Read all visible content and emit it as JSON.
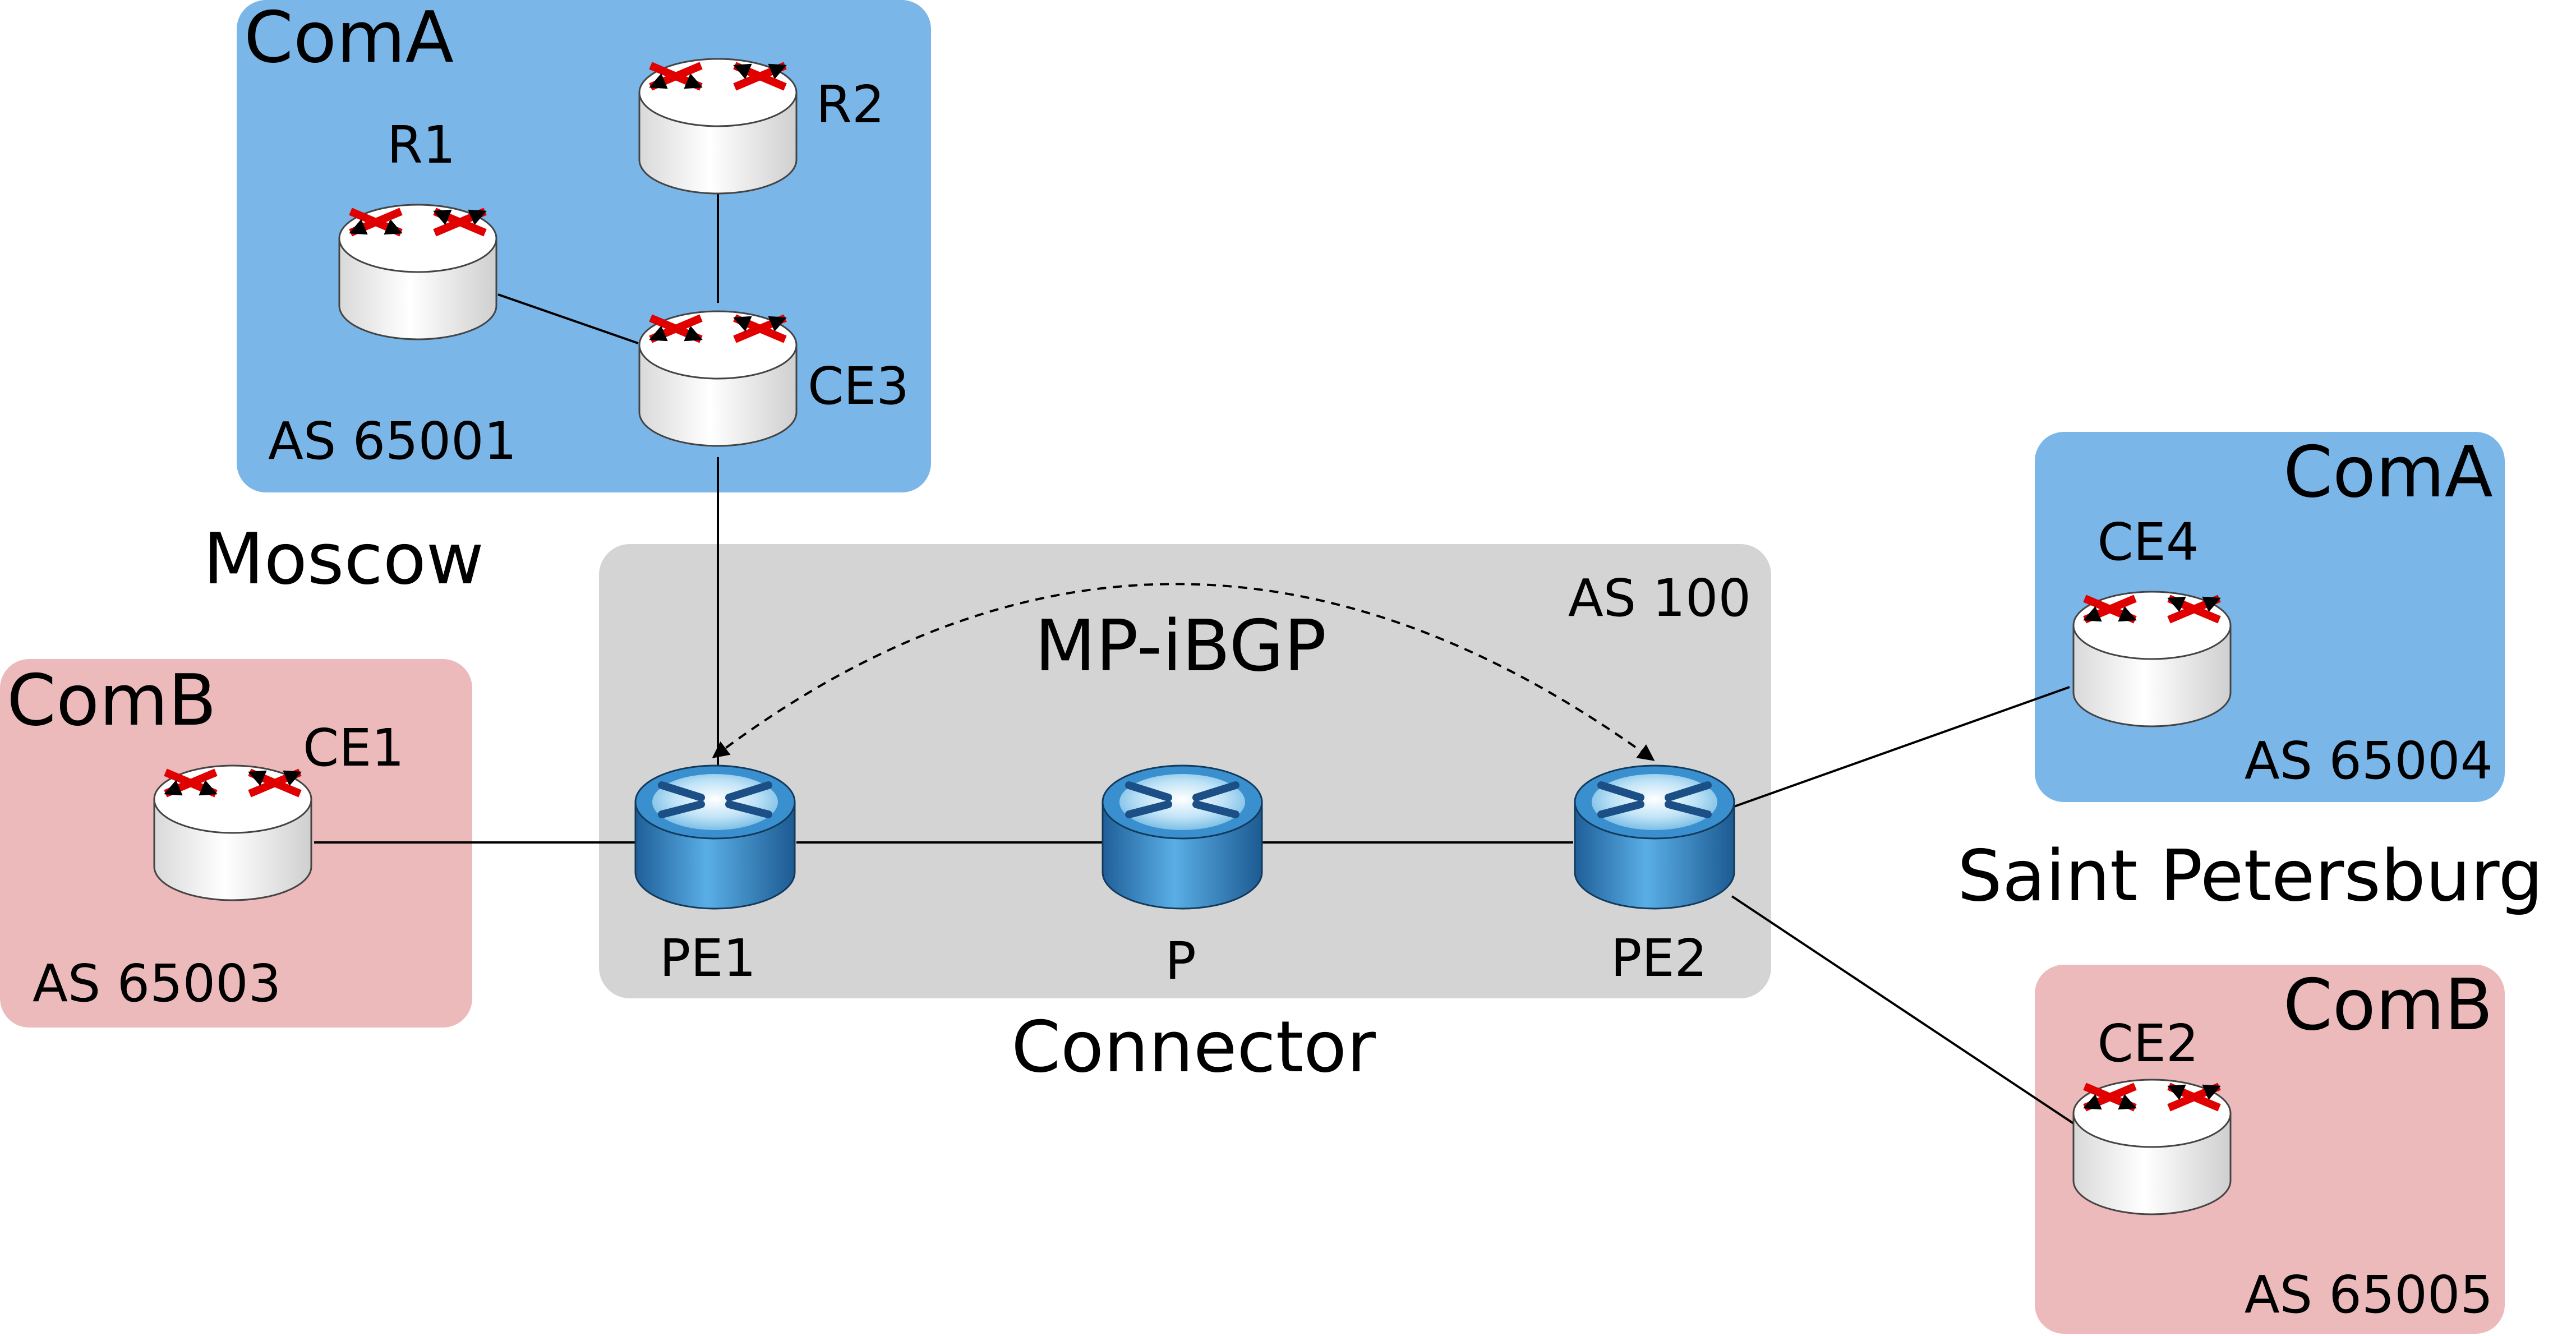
{
  "colors": {
    "customer_a": "#7ab6e8",
    "customer_b": "#ecbaba",
    "provider": "#d4d4d4",
    "link": "#000000",
    "ce_router_body": "#ffffff",
    "ce_router_arrows": "#e00000",
    "pe_router_body": "#3a90cf"
  },
  "regions": {
    "moscow_coma": {
      "name": "ComA",
      "as": "AS 65001"
    },
    "moscow_comb": {
      "name": "ComB",
      "as": "AS 65003"
    },
    "connector": {
      "as": "AS 100",
      "session": "MP-iBGP"
    },
    "spb_coma": {
      "name": "ComA",
      "as": "AS 65004"
    },
    "spb_comb": {
      "name": "ComB",
      "as": "AS 65005"
    }
  },
  "sites": {
    "moscow": "Moscow",
    "connector": "Connector",
    "saint_petersburg": "Saint Petersburg"
  },
  "routers": {
    "r1": {
      "label": "R1",
      "icon": "ce-router-icon"
    },
    "r2": {
      "label": "R2",
      "icon": "ce-router-icon"
    },
    "ce3": {
      "label": "CE3",
      "icon": "ce-router-icon"
    },
    "ce1": {
      "label": "CE1",
      "icon": "ce-router-icon"
    },
    "pe1": {
      "label": "PE1",
      "icon": "pe-router-icon"
    },
    "p": {
      "label": "P",
      "icon": "pe-router-icon"
    },
    "pe2": {
      "label": "PE2",
      "icon": "pe-router-icon"
    },
    "ce4": {
      "label": "CE4",
      "icon": "ce-router-icon"
    },
    "ce2": {
      "label": "CE2",
      "icon": "ce-router-icon"
    }
  },
  "links": [
    {
      "from": "R1",
      "to": "CE3"
    },
    {
      "from": "R2",
      "to": "CE3"
    },
    {
      "from": "CE3",
      "to": "PE1"
    },
    {
      "from": "CE1",
      "to": "PE1"
    },
    {
      "from": "PE1",
      "to": "P"
    },
    {
      "from": "P",
      "to": "PE2"
    },
    {
      "from": "PE2",
      "to": "CE4"
    },
    {
      "from": "PE2",
      "to": "CE2"
    }
  ]
}
